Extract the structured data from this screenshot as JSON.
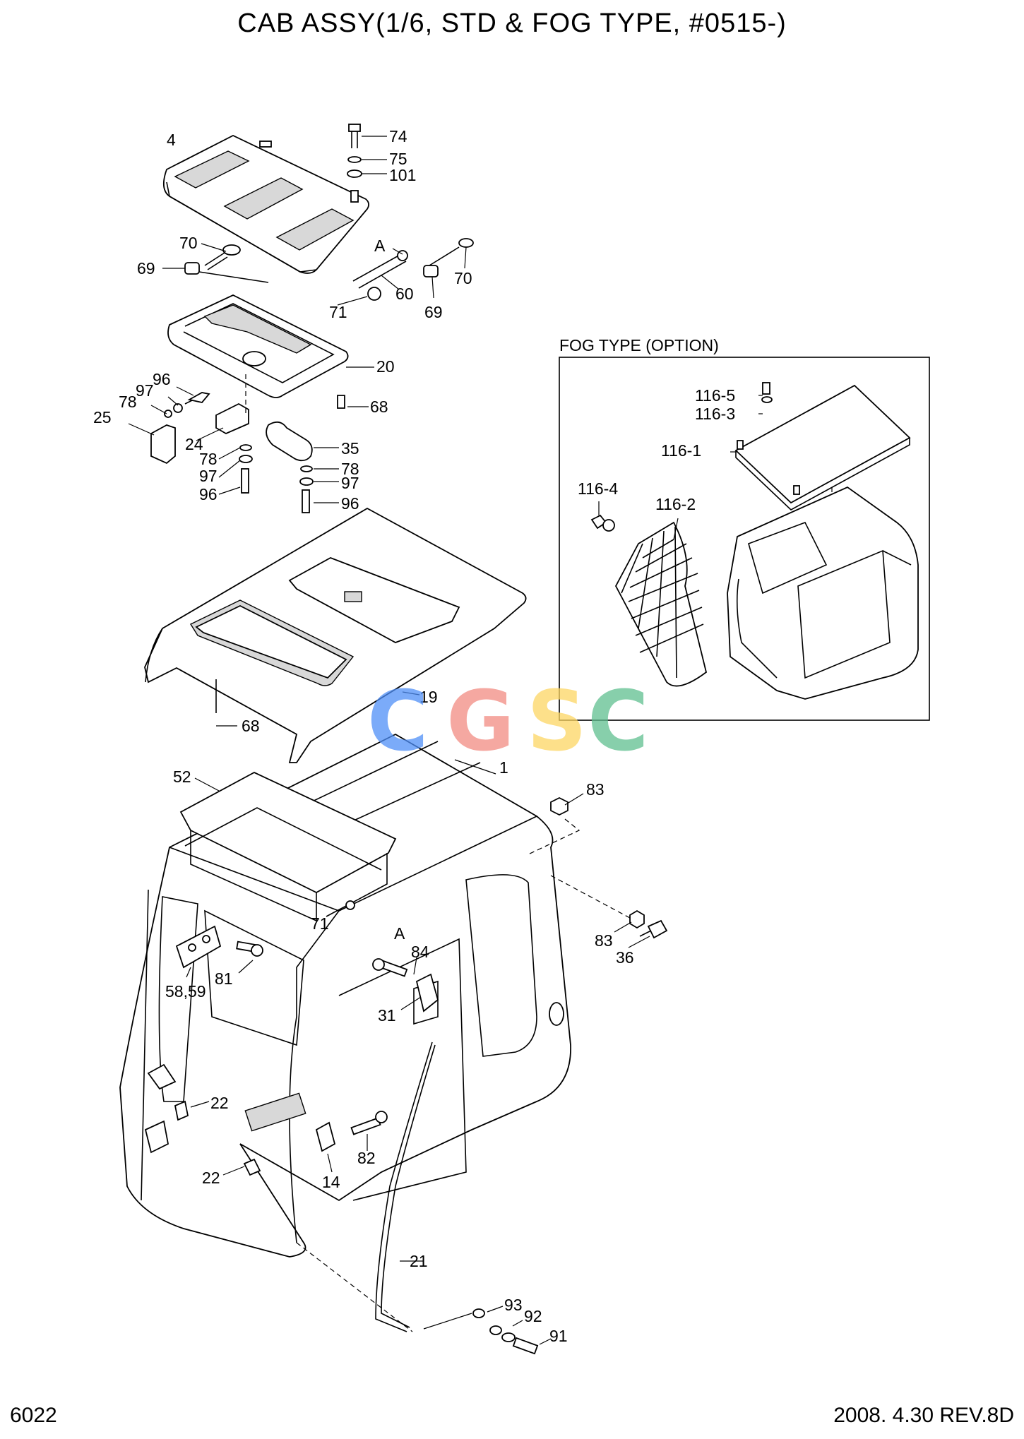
{
  "header": {
    "title": "CAB ASSY(1/6, STD & FOG TYPE, #0515-)"
  },
  "footer": {
    "page": "6022",
    "revision": "2008.  4.30  REV.8D"
  },
  "fog_section": {
    "title": "FOG TYPE (OPTION)"
  },
  "watermark": {
    "letters": [
      "C",
      "G",
      "S",
      "C"
    ],
    "colors": [
      "#4f8ff7",
      "#f28b82",
      "#fdd663",
      "#5fbf8f"
    ]
  },
  "labels": {
    "p4": "4",
    "p74": "74",
    "p75": "75",
    "p101": "101",
    "p70a": "70",
    "p69a": "69",
    "pA1": "A",
    "p60": "60",
    "p71a": "71",
    "p69b": "69",
    "p70b": "70",
    "p20": "20",
    "p68a": "68",
    "p96a": "96",
    "p97a": "97",
    "p78a": "78",
    "p25": "25",
    "p24": "24",
    "p78b": "78",
    "p97b": "97",
    "p96b": "96",
    "p35": "35",
    "p78c": "78",
    "p97c": "97",
    "p96c": "96",
    "p19": "19",
    "p68b": "68",
    "p1": "1",
    "p52": "52",
    "p83a": "83",
    "p71b": "71",
    "pA2": "A",
    "p84": "84",
    "p83b": "83",
    "p36": "36",
    "p81": "81",
    "p5859": "58,59",
    "p31": "31",
    "p22a": "22",
    "p22b": "22",
    "p14": "14",
    "p82": "82",
    "p21": "21",
    "p93": "93",
    "p92": "92",
    "p91": "91",
    "p1165": "116-5",
    "p1163": "116-3",
    "p1161": "116-1",
    "p1164": "116-4",
    "p1162": "116-2"
  }
}
